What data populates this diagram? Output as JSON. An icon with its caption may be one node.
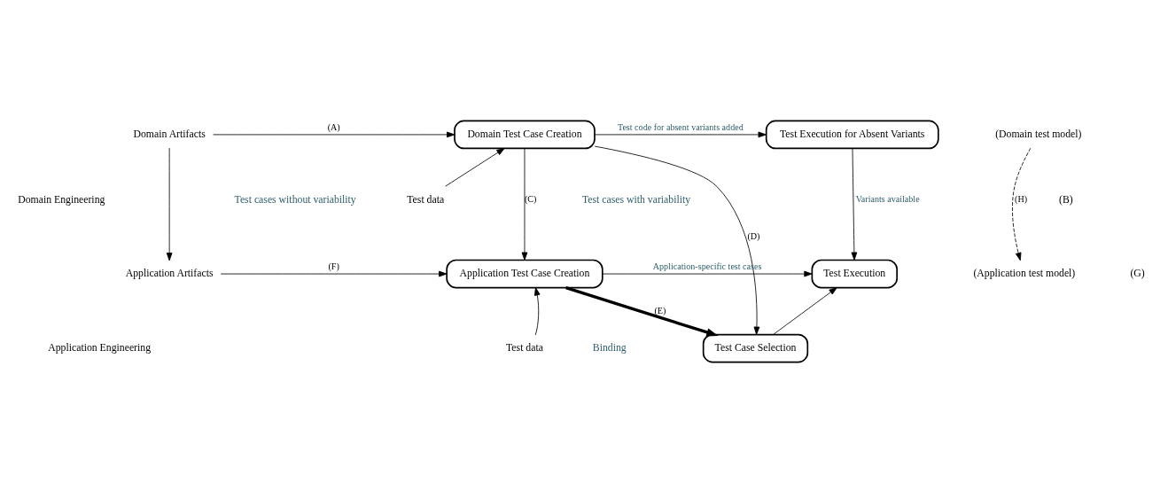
{
  "diagram": {
    "nodes": [
      {
        "text": [
          "Domain Artifacts"
        ]
      },
      {
        "text": [
          "Domain Test Case Creation"
        ]
      },
      {
        "text": [
          "Test Execution for Absent Variants"
        ]
      },
      {
        "text": [
          "Test data"
        ]
      },
      {
        "text": [
          "Test Case Selection"
        ]
      },
      {
        "text": [
          "Application Artifacts"
        ]
      },
      {
        "text": [
          "Application Test Case Creation"
        ]
      },
      {
        "text": [
          "Test data"
        ]
      },
      {
        "text": [
          "Test Execution"
        ]
      },
      {
        "text": [
          "(Domain test model)"
        ]
      },
      {
        "text": [
          "(Application test model)"
        ]
      }
    ],
    "edges": [
      {
        "from": 0,
        "to": 1,
        "arrow": "to",
        "label": "(A)"
      },
      {
        "from": 3,
        "to": 1,
        "arrow": "to"
      },
      {
        "from": 1,
        "to": 2,
        "arrow": "to",
        "label": "Test code for absent variants added"
      },
      {
        "from": 1,
        "to": 6,
        "arrow": "to",
        "label": "(C)"
      },
      {
        "from": 1,
        "to": 4,
        "arrow": "to",
        "label": "(D)"
      },
      {
        "from": 2,
        "to": 8,
        "arrow": "to",
        "label": "Variants available"
      },
      {
        "from": 4,
        "to": 8,
        "arrow": "to"
      },
      {
        "from": 6,
        "to": 4,
        "arrow": "to",
        "label": "(E)",
        "style": "thick"
      },
      {
        "from": 0,
        "to": 5,
        "arrow": "to"
      },
      {
        "from": 5,
        "to": 6,
        "arrow": "to",
        "label": "(F)"
      },
      {
        "from": 7,
        "to": 6,
        "arrow": "to"
      },
      {
        "from": 6,
        "to": 8,
        "arrow": "to",
        "label": "Application-specific test cases"
      },
      {
        "from": 9,
        "to": 10,
        "arrow": "to",
        "label": "(H)",
        "style": "dashed"
      }
    ],
    "labels": [
      "(B)",
      "(G)",
      "Domain Engineering",
      "Application Engineering",
      "Test cases with variability",
      "Test cases without variability",
      "Binding"
    ]
  }
}
